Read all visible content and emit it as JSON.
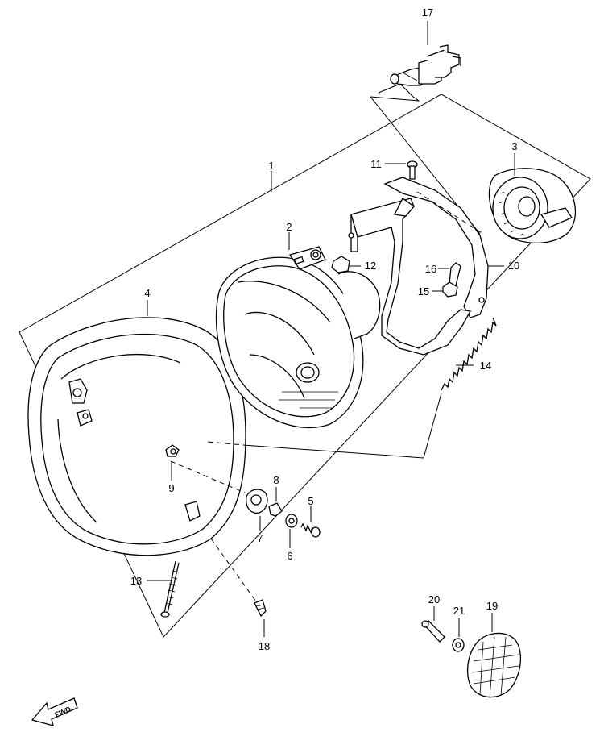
{
  "callouts": {
    "p1": "1",
    "p2": "2",
    "p3": "3",
    "p4": "4",
    "p5": "5",
    "p6": "6",
    "p7": "7",
    "p8": "8",
    "p9": "9",
    "p10": "10",
    "p11": "11",
    "p12": "12",
    "p13": "13",
    "p14": "14",
    "p15": "15",
    "p16": "16",
    "p17": "17",
    "p18": "18",
    "p19": "19",
    "p20": "20",
    "p21": "21"
  },
  "direction_marker": {
    "label": "FWD",
    "icon": "forward-arrow-icon"
  }
}
